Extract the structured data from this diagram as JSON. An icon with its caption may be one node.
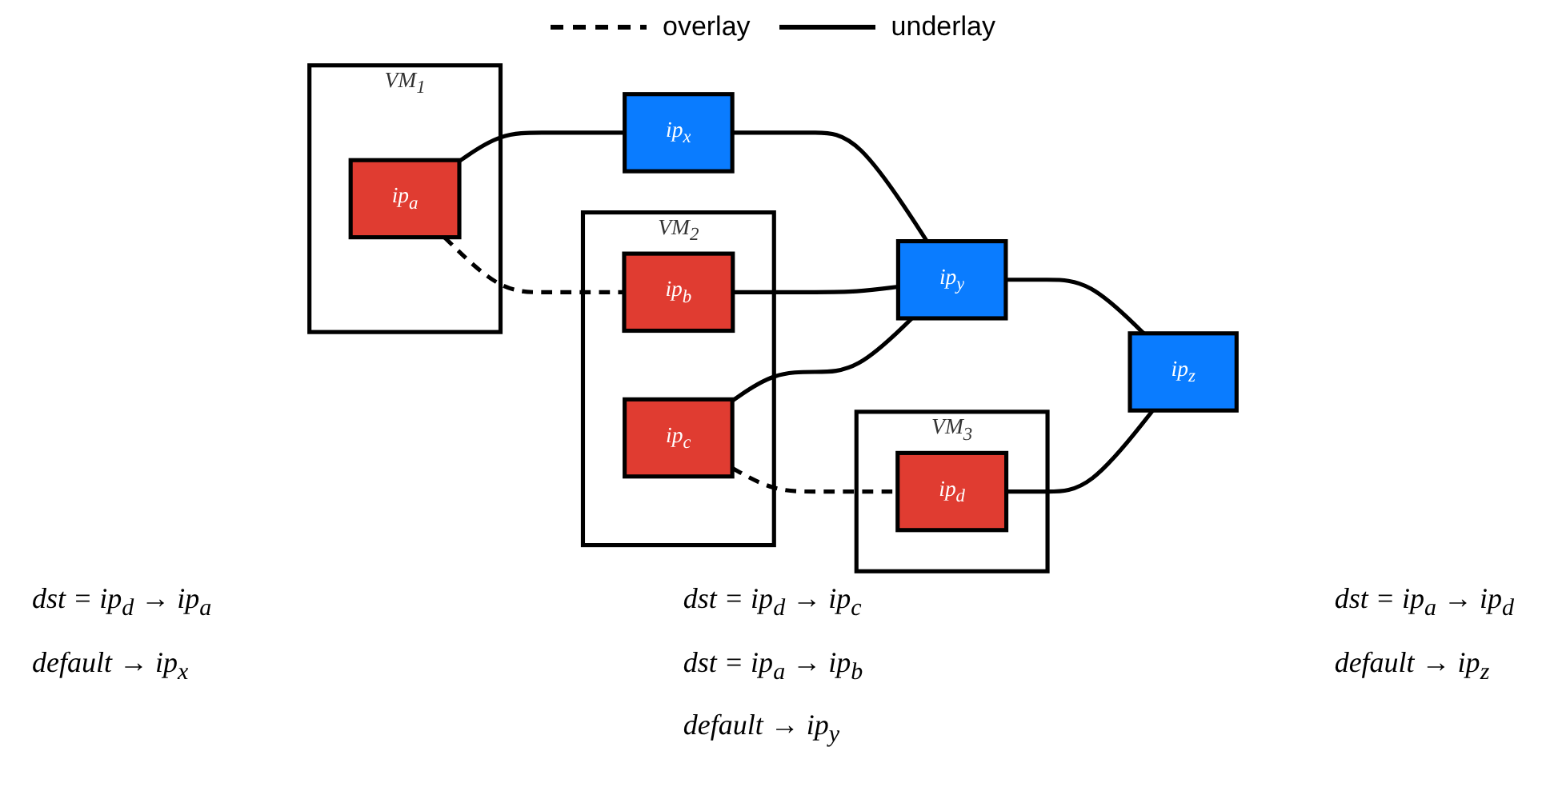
{
  "diagram": {
    "nodes": [
      {
        "text": [
          "VM$_{1}$"
        ]
      },
      {
        "text": [
          "ip$_{a}$"
        ],
        "in": 0
      },
      {
        "text": [
          "VM$_{2}$"
        ]
      },
      {
        "text": [
          "ip$_{b}$"
        ],
        "in": 2
      },
      {
        "text": [
          "ip$_{c}$"
        ],
        "in": 2
      },
      {
        "text": [
          "VM$_{3}$"
        ]
      },
      {
        "text": [
          "ip$_{d}$"
        ],
        "in": 5
      },
      {
        "text": [
          "ip$_{x}$"
        ]
      },
      {
        "text": [
          "ip$_{y}$"
        ]
      },
      {
        "text": [
          "ip$_{z}$"
        ]
      }
    ],
    "edges": [
      {
        "from": 1,
        "to": 3,
        "arrow": "none",
        "style": "dashed"
      },
      {
        "from": 4,
        "to": 6,
        "arrow": "none",
        "style": "dashed"
      },
      {
        "from": 1,
        "to": 7,
        "arrow": "none"
      },
      {
        "from": 3,
        "to": 8,
        "arrow": "none"
      },
      {
        "from": 4,
        "to": 8,
        "arrow": "none"
      },
      {
        "from": 6,
        "to": 9,
        "arrow": "none"
      },
      {
        "from": 7,
        "to": 8,
        "arrow": "none"
      },
      {
        "from": 8,
        "to": 9,
        "arrow": "none"
      }
    ],
    "labels": [
      "dst = ip$_{d}$ → ip$_{a}$",
      "dst = ip$_{d}$ → ip$_{c}$",
      "dst = ip$_{a}$ → ip$_{d}$",
      "default → ip$_{x}$",
      "dst = ip$_{a}$ → ip$_{b}$",
      "default → ip$_{z}$",
      "default → ip$_{y}$"
    ],
    "legend": [
      {
        "text": "overlay"
      },
      {
        "text": "underlay"
      }
    ]
  }
}
